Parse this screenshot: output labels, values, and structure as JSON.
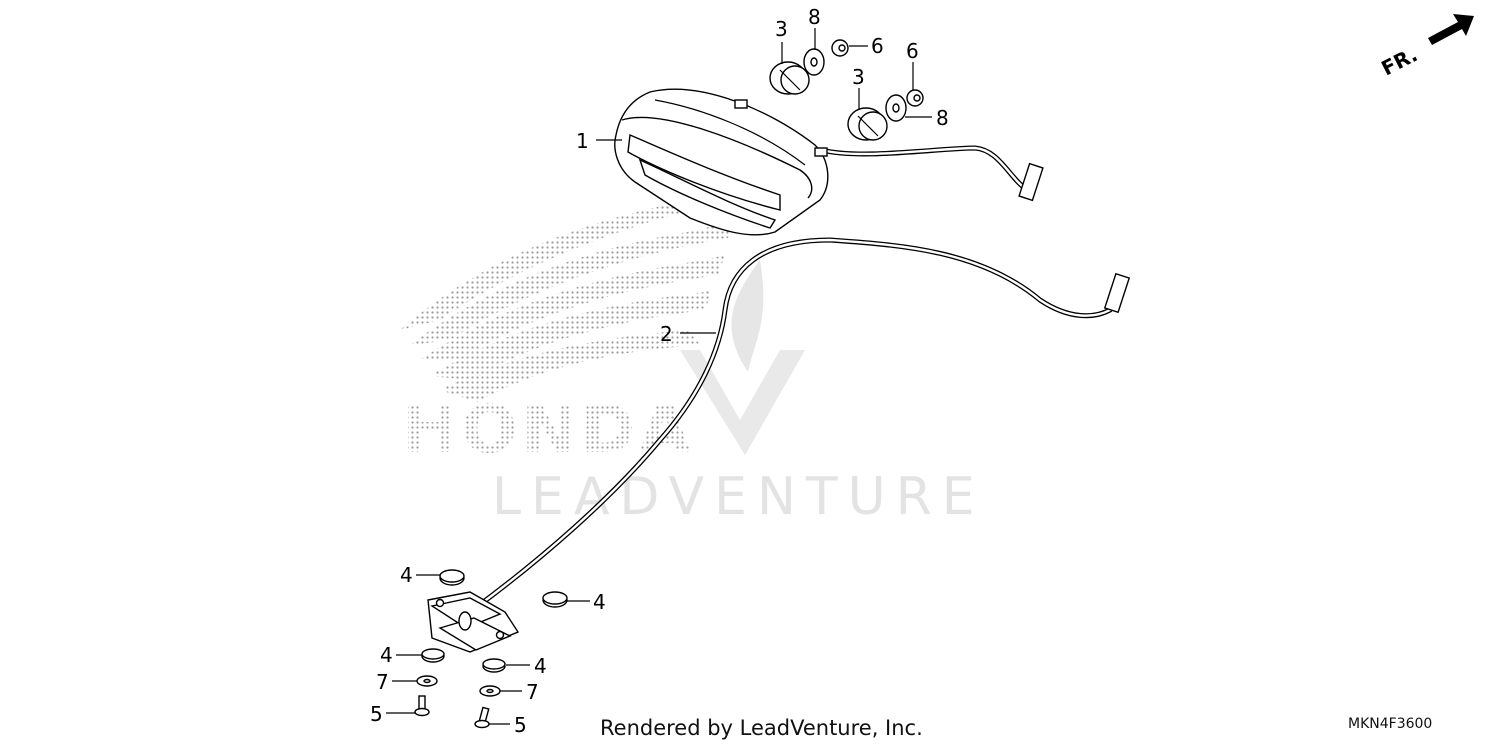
{
  "diagram": {
    "callouts": {
      "taillight": "1",
      "harness": "2",
      "grommet_a": "3",
      "grommet_b": "3",
      "washer_a": "8",
      "washer_b": "8",
      "nut_a": "6",
      "nut_b": "6",
      "rubber_1": "4",
      "rubber_2": "4",
      "rubber_3": "4",
      "rubber_4": "4",
      "screw_left": "5",
      "screw_right": "5",
      "washer_left": "7",
      "washer_right": "7"
    },
    "direction_label": "FR.",
    "watermark_brand": "HONDA",
    "watermark_text": "LEADVENTURE"
  },
  "footer": {
    "credit": "Rendered by LeadVenture, Inc.",
    "diagram_code": "MKN4F3600"
  }
}
